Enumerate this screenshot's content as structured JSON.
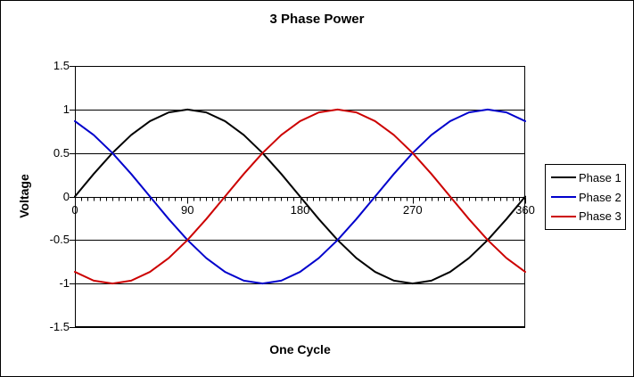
{
  "window": {
    "background_color": "#FFFFFF",
    "border_color": "#000000",
    "text_color": "#000000"
  },
  "chart_data": {
    "type": "line",
    "title": "3 Phase Power",
    "xlabel": "One Cycle",
    "ylabel": "Voltage",
    "xlim": [
      0,
      360
    ],
    "ylim": [
      -1.5,
      1.5
    ],
    "grid": "horizontal",
    "legend_position": "right",
    "x_axis_crosses_at": 0,
    "x_minor_tick_step": 5,
    "x_tick_values": [
      0,
      90,
      180,
      270,
      360
    ],
    "x_tick_labels": [
      "0",
      "90",
      "180",
      "270",
      "360"
    ],
    "y_tick_values": [
      1.5,
      1,
      0.5,
      0,
      -0.5,
      -1,
      -1.5
    ],
    "y_tick_labels": [
      "1.5",
      "1",
      "0.5",
      "0",
      "-0.5",
      "-1",
      "-1.5"
    ],
    "x": [
      0,
      15,
      30,
      45,
      60,
      75,
      90,
      105,
      120,
      135,
      150,
      165,
      180,
      195,
      210,
      225,
      240,
      255,
      270,
      285,
      300,
      315,
      330,
      345,
      360
    ],
    "series": [
      {
        "name": "Phase 1",
        "color": "#000000",
        "phase_shift_deg": 0,
        "values": [
          0,
          0.259,
          0.5,
          0.707,
          0.866,
          0.966,
          1,
          0.966,
          0.866,
          0.707,
          0.5,
          0.259,
          0,
          -0.259,
          -0.5,
          -0.707,
          -0.866,
          -0.966,
          -1,
          -0.966,
          -0.866,
          -0.707,
          -0.5,
          -0.259,
          0
        ]
      },
      {
        "name": "Phase 2",
        "color": "#0000CC",
        "phase_shift_deg": 120,
        "values": [
          0.866,
          0.707,
          0.5,
          0.259,
          0,
          -0.259,
          -0.5,
          -0.707,
          -0.866,
          -0.966,
          -1,
          -0.966,
          -0.866,
          -0.707,
          -0.5,
          -0.259,
          0,
          0.259,
          0.5,
          0.707,
          0.866,
          0.966,
          1,
          0.966,
          0.866
        ]
      },
      {
        "name": "Phase 3",
        "color": "#CC0000",
        "phase_shift_deg": -120,
        "values": [
          -0.866,
          -0.966,
          -1,
          -0.966,
          -0.866,
          -0.707,
          -0.5,
          -0.259,
          0,
          0.259,
          0.5,
          0.707,
          0.866,
          0.966,
          1,
          0.966,
          0.866,
          0.707,
          0.5,
          0.259,
          0,
          -0.259,
          -0.5,
          -0.707,
          -0.866
        ]
      }
    ]
  }
}
